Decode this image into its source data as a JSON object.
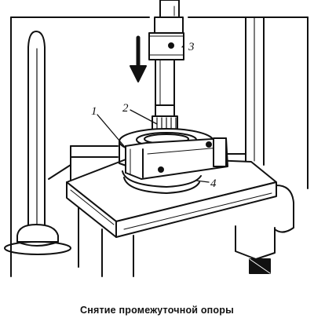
{
  "figure": {
    "callouts": [
      {
        "id": "1",
        "label": "1"
      },
      {
        "id": "2",
        "label": "2"
      },
      {
        "id": "3",
        "label": "3"
      },
      {
        "id": "4",
        "label": "4"
      }
    ]
  },
  "caption": "Снятие промежуточной опоры"
}
